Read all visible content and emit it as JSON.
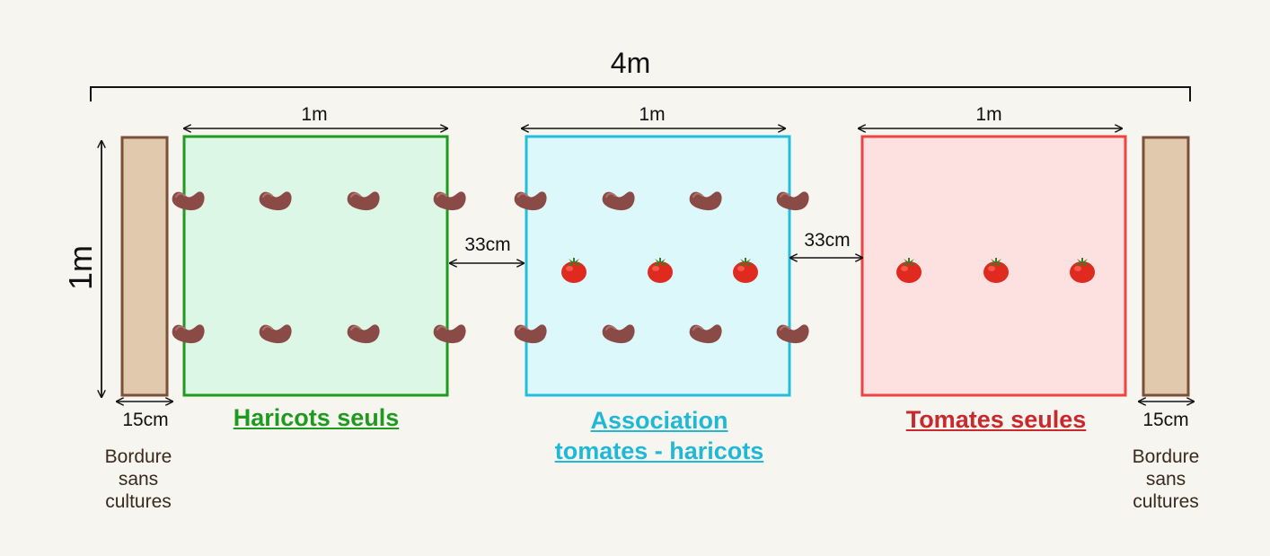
{
  "diagram": {
    "total_width_label": "4m",
    "height_label": "1m",
    "plots": [
      {
        "name": "haricots-seuls",
        "width_label": "1m",
        "title": "Haricots seuls",
        "title_color": "#1f9a1f",
        "fill": "#dcf7e6",
        "stroke": "#1f9a1f",
        "beans_per_row": 4,
        "tomatoes": 0
      },
      {
        "name": "association",
        "width_label": "1m",
        "title": "Association\ntomates - haricots",
        "title_color": "#1fb9d6",
        "fill": "#dcf8fa",
        "stroke": "#22bfdc",
        "beans_per_row": 4,
        "tomatoes": 3
      },
      {
        "name": "tomates-seules",
        "width_label": "1m",
        "title": "Tomates seules",
        "title_color": "#c9282d",
        "fill": "#fde1e1",
        "stroke": "#ee4343",
        "beans_per_row": 0,
        "tomatoes": 3
      }
    ],
    "gap_labels": [
      "33cm",
      "33cm"
    ],
    "border": {
      "width_label": "15cm",
      "note": "Bordure\nsans\ncultures",
      "fill": "#e0c9ad",
      "stroke": "#7a5038"
    }
  }
}
